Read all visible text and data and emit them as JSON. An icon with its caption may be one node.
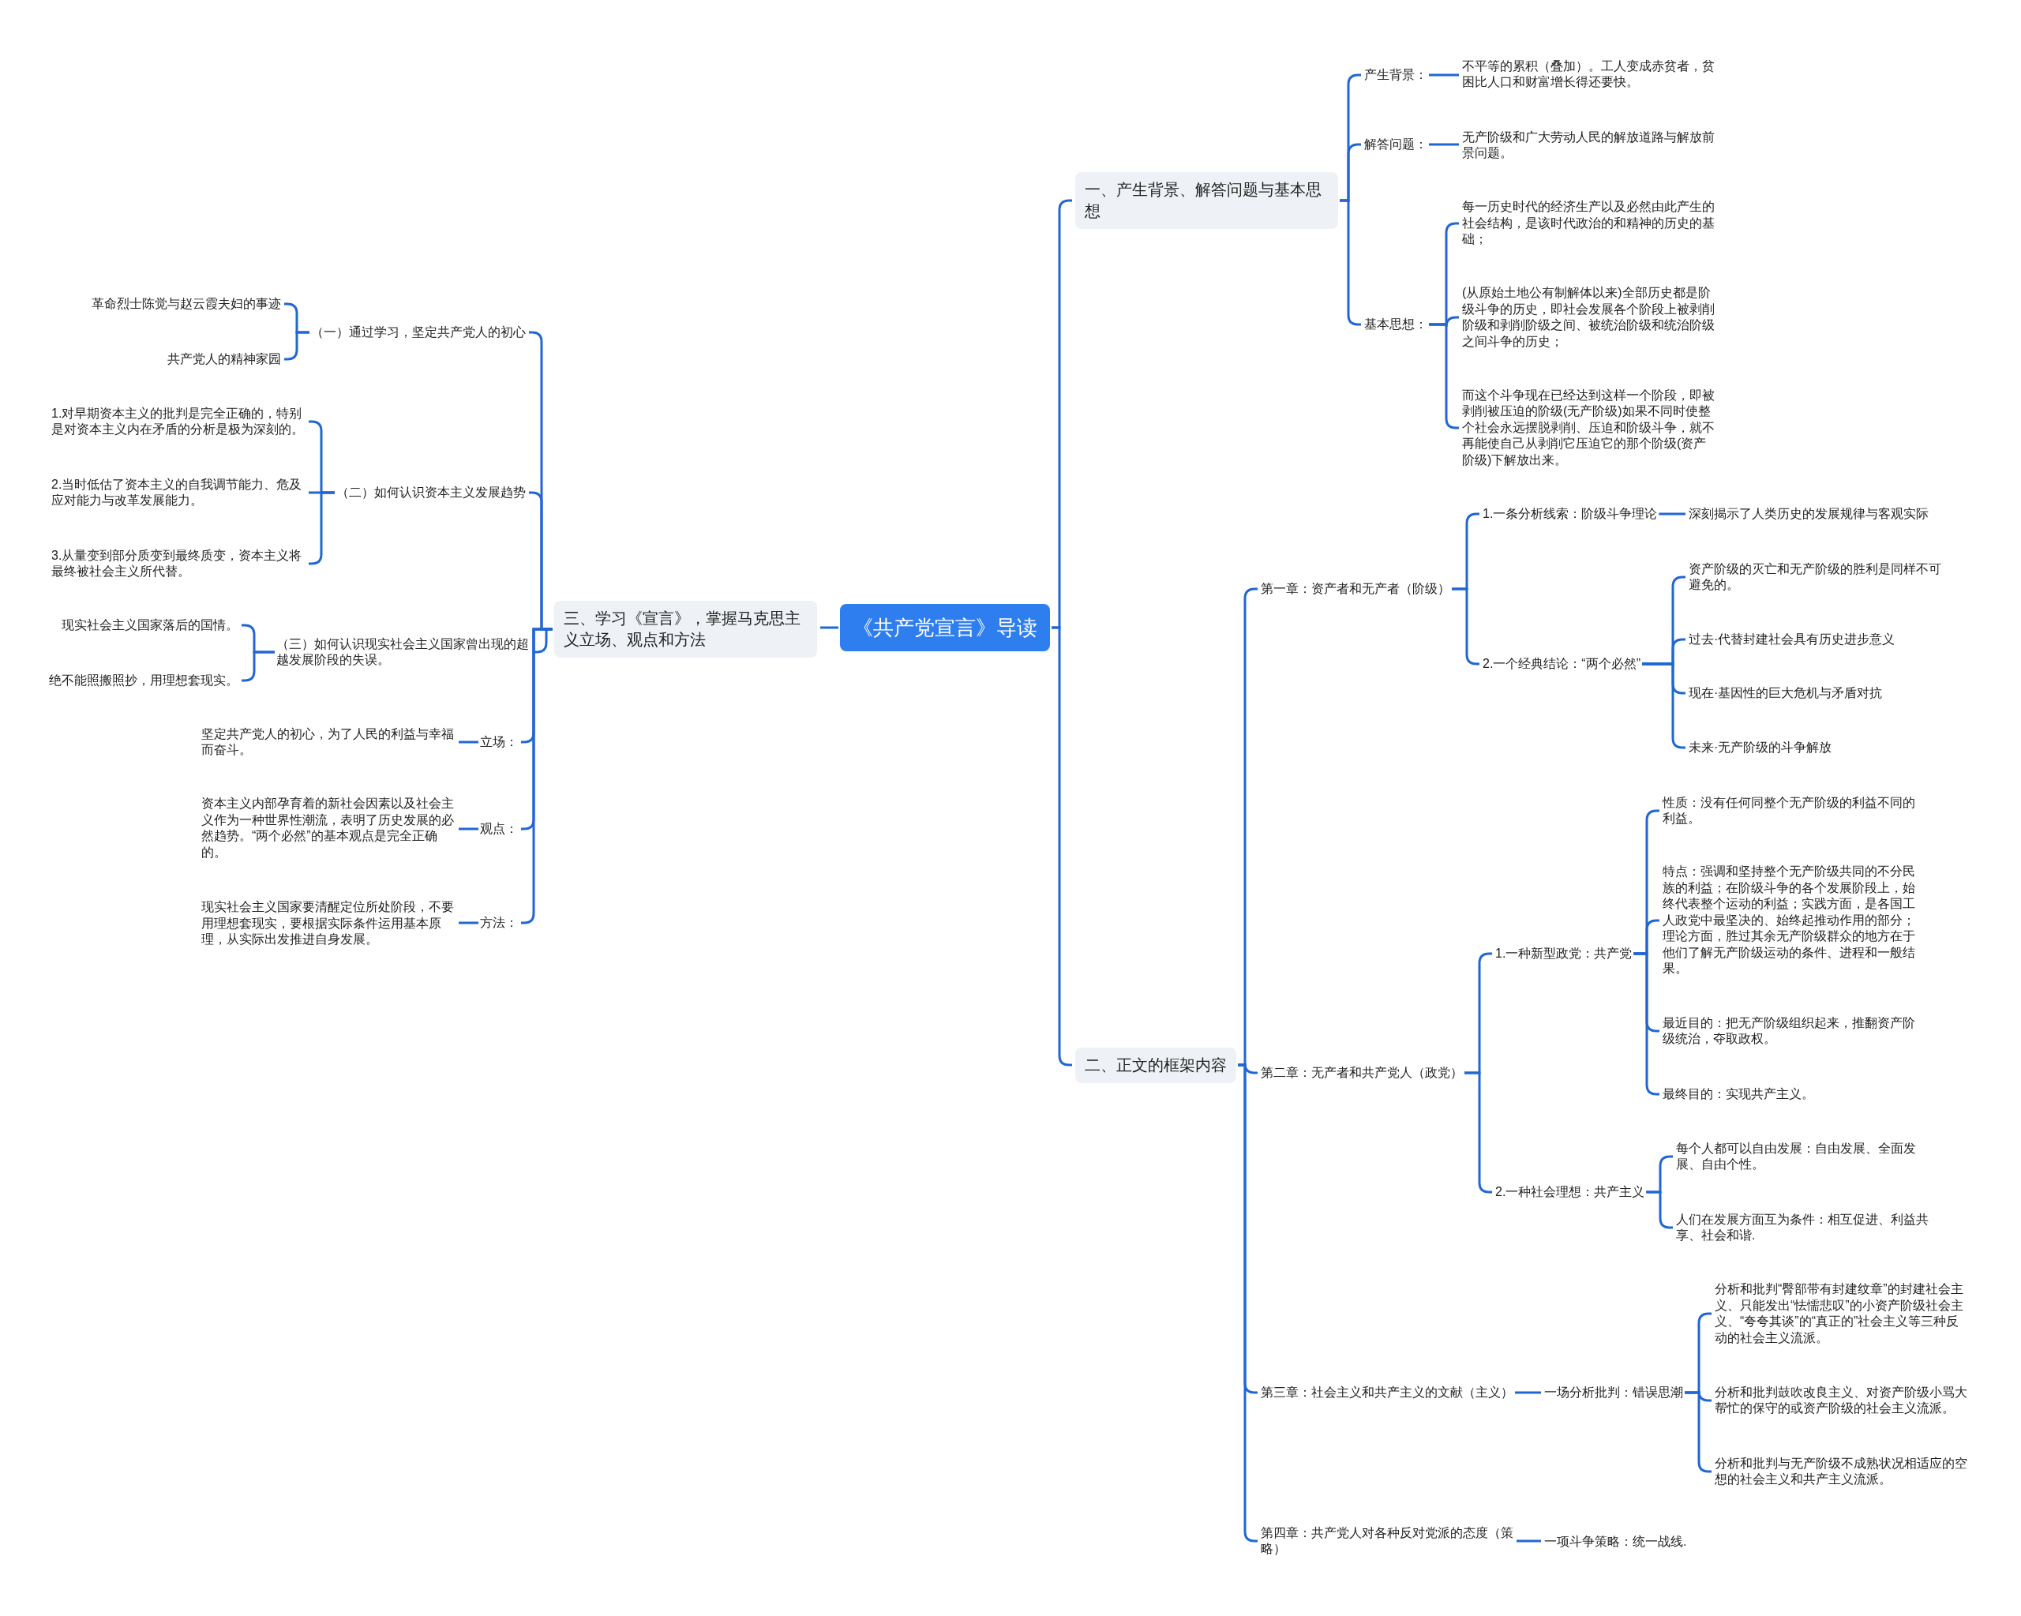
{
  "diagram": {
    "nodes": [
      {
        "text": [
          "《共产党宣言》导读"
        ]
      },
      {
        "text": [
          "一、产生背景、解答问题与基本思想"
        ]
      },
      {
        "text": [
          "产生背景："
        ]
      },
      {
        "text": [
          "不平等的累积（叠加）。工人变成赤贫者，贫困比人口和财富增长得还要快。"
        ]
      },
      {
        "text": [
          "解答问题："
        ]
      },
      {
        "text": [
          "无产阶级和广大劳动人民的解放道路与解放前景问题。"
        ]
      },
      {
        "text": [
          "基本思想："
        ]
      },
      {
        "text": [
          "每一历史时代的经济生产以及必然由此产生的社会结构，是该时代政治的和精神的历史的基础；"
        ]
      },
      {
        "text": [
          "(从原始土地公有制解体以来)全部历史都是阶级斗争的历史，即社会发展各个阶段上被剥削阶级和剥削阶级之间、被统治阶级和统治阶级之间斗争的历史；"
        ]
      },
      {
        "text": [
          "而这个斗争现在已经达到这样一个阶段，即被剥削被压迫的阶级(无产阶级)如果不同时使整个社会永远摆脱剥削、压迫和阶级斗争，就不再能使自己从剥削它压迫它的那个阶级(资产阶级)下解放出来。"
        ]
      },
      {
        "text": [
          "二、正文的框架内容"
        ]
      },
      {
        "text": [
          "第一章：资产者和无产者（阶级）"
        ]
      },
      {
        "text": [
          "1.一条分析线索：阶级斗争理论"
        ]
      },
      {
        "text": [
          "深刻揭示了人类历史的发展规律与客观实际"
        ]
      },
      {
        "text": [
          "2.一个经典结论：“两个必然”"
        ]
      },
      {
        "text": [
          "资产阶级的灭亡和无产阶级的胜利是同样不可避免的。"
        ]
      },
      {
        "text": [
          "过去·代替封建社会具有历史进步意义"
        ]
      },
      {
        "text": [
          "现在·基因性的巨大危机与矛盾对抗"
        ]
      },
      {
        "text": [
          "未来·无产阶级的斗争解放"
        ]
      },
      {
        "text": [
          "第二章：无产者和共产党人（政党）"
        ]
      },
      {
        "text": [
          "1.一种新型政党：共产党"
        ]
      },
      {
        "text": [
          "性质：没有任何同整个无产阶级的利益不同的利益。"
        ]
      },
      {
        "text": [
          "特点：强调和坚持整个无产阶级共同的不分民族的利益；在阶级斗争的各个发展阶段上，始终代表整个运动的利益；实践方面，是各国工人政党中最坚决的、始终起推动作用的部分；理论方面，胜过其余无产阶级群众的地方在于他们了解无产阶级运动的条件、进程和一般结果。"
        ]
      },
      {
        "text": [
          "最近目的：把无产阶级组织起来，推翻资产阶级统治，夺取政权。"
        ]
      },
      {
        "text": [
          "最终目的：实现共产主义。"
        ]
      },
      {
        "text": [
          "2.一种社会理想：共产主义"
        ]
      },
      {
        "text": [
          "每个人都可以自由发展：自由发展、全面发展、自由个性。"
        ]
      },
      {
        "text": [
          "人们在发展方面互为条件：相互促进、利益共享、社会和谐."
        ]
      },
      {
        "text": [
          "第三章：社会主义和共产主义的文献（主义）"
        ]
      },
      {
        "text": [
          "一场分析批判：错误思潮"
        ]
      },
      {
        "text": [
          "分析和批判“臀部带有封建纹章”的封建社会主义、只能发出“怯懦悲叹”的小资产阶级社会主义、“夸夸其谈”的“真正的”社会主义等三种反动的社会主义流派。"
        ]
      },
      {
        "text": [
          "分析和批判鼓吹改良主义、对资产阶级小骂大帮忙的保守的或资产阶级的社会主义流派。"
        ]
      },
      {
        "text": [
          "分析和批判与无产阶级不成熟状况相适应的空想的社会主义和共产主义流派。"
        ]
      },
      {
        "text": [
          "第四章：共产党人对各种反对党派的态度（策略）"
        ]
      },
      {
        "text": [
          "一项斗争策略：统一战线."
        ]
      },
      {
        "text": [
          "三、学习《宣言》，掌握马克思主义立场、观点和方法"
        ]
      },
      {
        "text": [
          "（一）通过学习，坚定共产党人的初心"
        ]
      },
      {
        "text": [
          "革命烈士陈觉与赵云霞夫妇的事迹"
        ]
      },
      {
        "text": [
          "共产党人的精神家园"
        ]
      },
      {
        "text": [
          "（二）如何认识资本主义发展趋势"
        ]
      },
      {
        "text": [
          "1.对早期资本主义的批判是完全正确的，特别是对资本主义内在矛盾的分析是极为深刻的。"
        ]
      },
      {
        "text": [
          "2.当时低估了资本主义的自我调节能力、危及应对能力与改革发展能力。"
        ]
      },
      {
        "text": [
          "3.从量变到部分质变到最终质变，资本主义将最终被社会主义所代替。"
        ]
      },
      {
        "text": [
          "（三）如何认识现实社会主义国家曾出现的超越发展阶段的失误。"
        ]
      },
      {
        "text": [
          "现实社会主义国家落后的国情。"
        ]
      },
      {
        "text": [
          "绝不能照搬照抄，用理想套现实。"
        ]
      },
      {
        "text": [
          "立场："
        ]
      },
      {
        "text": [
          "坚定共产党人的初心，为了人民的利益与幸福而奋斗。"
        ]
      },
      {
        "text": [
          "观点："
        ]
      },
      {
        "text": [
          "资本主义内部孕育着的新社会因素以及社会主义作为一种世界性潮流，表明了历史发展的必然趋势。“两个必然”的基本观点是完全正确的。"
        ]
      },
      {
        "text": [
          "方法："
        ]
      },
      {
        "text": [
          "现实社会主义国家要清醒定位所处阶段，不要用理想套现实，要根据实际条件运用基本原理，从实际出发推进自身发展。"
        ]
      }
    ],
    "edges": [
      {
        "from": 0,
        "to": 1,
        "arrow": "none"
      },
      {
        "from": 0,
        "to": 10,
        "arrow": "none"
      },
      {
        "from": 0,
        "to": 35,
        "arrow": "none"
      },
      {
        "from": 1,
        "to": 2,
        "arrow": "none"
      },
      {
        "from": 1,
        "to": 4,
        "arrow": "none"
      },
      {
        "from": 1,
        "to": 6,
        "arrow": "none"
      },
      {
        "from": 2,
        "to": 3,
        "arrow": "none"
      },
      {
        "from": 4,
        "to": 5,
        "arrow": "none"
      },
      {
        "from": 6,
        "to": 7,
        "arrow": "none"
      },
      {
        "from": 6,
        "to": 8,
        "arrow": "none"
      },
      {
        "from": 6,
        "to": 9,
        "arrow": "none"
      },
      {
        "from": 10,
        "to": 11,
        "arrow": "none"
      },
      {
        "from": 10,
        "to": 19,
        "arrow": "none"
      },
      {
        "from": 10,
        "to": 28,
        "arrow": "none"
      },
      {
        "from": 10,
        "to": 33,
        "arrow": "none"
      },
      {
        "from": 11,
        "to": 12,
        "arrow": "none"
      },
      {
        "from": 11,
        "to": 14,
        "arrow": "none"
      },
      {
        "from": 12,
        "to": 13,
        "arrow": "none"
      },
      {
        "from": 14,
        "to": 15,
        "arrow": "none"
      },
      {
        "from": 14,
        "to": 16,
        "arrow": "none"
      },
      {
        "from": 14,
        "to": 17,
        "arrow": "none"
      },
      {
        "from": 14,
        "to": 18,
        "arrow": "none"
      },
      {
        "from": 19,
        "to": 20,
        "arrow": "none"
      },
      {
        "from": 19,
        "to": 25,
        "arrow": "none"
      },
      {
        "from": 20,
        "to": 21,
        "arrow": "none"
      },
      {
        "from": 20,
        "to": 22,
        "arrow": "none"
      },
      {
        "from": 20,
        "to": 23,
        "arrow": "none"
      },
      {
        "from": 20,
        "to": 24,
        "arrow": "none"
      },
      {
        "from": 25,
        "to": 26,
        "arrow": "none"
      },
      {
        "from": 25,
        "to": 27,
        "arrow": "none"
      },
      {
        "from": 28,
        "to": 29,
        "arrow": "none"
      },
      {
        "from": 29,
        "to": 30,
        "arrow": "none"
      },
      {
        "from": 29,
        "to": 31,
        "arrow": "none"
      },
      {
        "from": 29,
        "to": 32,
        "arrow": "none"
      },
      {
        "from": 33,
        "to": 34,
        "arrow": "none"
      },
      {
        "from": 35,
        "to": 36,
        "arrow": "none"
      },
      {
        "from": 35,
        "to": 39,
        "arrow": "none"
      },
      {
        "from": 35,
        "to": 43,
        "arrow": "none"
      },
      {
        "from": 35,
        "to": 46,
        "arrow": "none"
      },
      {
        "from": 35,
        "to": 48,
        "arrow": "none"
      },
      {
        "from": 35,
        "to": 50,
        "arrow": "none"
      },
      {
        "from": 36,
        "to": 37,
        "arrow": "none"
      },
      {
        "from": 36,
        "to": 38,
        "arrow": "none"
      },
      {
        "from": 39,
        "to": 40,
        "arrow": "none"
      },
      {
        "from": 39,
        "to": 41,
        "arrow": "none"
      },
      {
        "from": 39,
        "to": 42,
        "arrow": "none"
      },
      {
        "from": 43,
        "to": 44,
        "arrow": "none"
      },
      {
        "from": 43,
        "to": 45,
        "arrow": "none"
      },
      {
        "from": 46,
        "to": 47,
        "arrow": "none"
      },
      {
        "from": 48,
        "to": 49,
        "arrow": "none"
      },
      {
        "from": 50,
        "to": 51,
        "arrow": "none"
      }
    ]
  }
}
